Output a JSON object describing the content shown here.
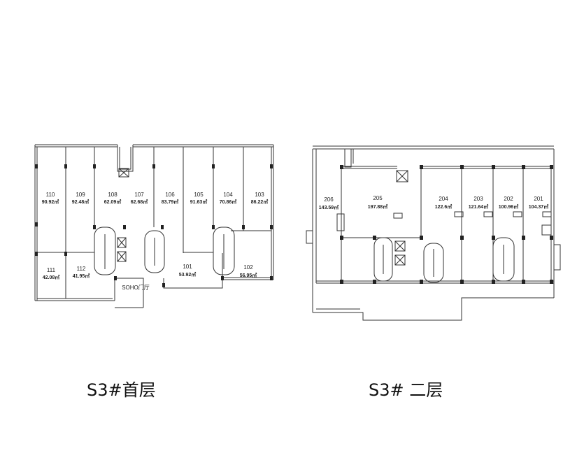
{
  "plans": [
    {
      "caption": "S3#首层",
      "units": [
        {
          "no": "110",
          "area": "90.92㎡"
        },
        {
          "no": "109",
          "area": "92.48㎡"
        },
        {
          "no": "108",
          "area": "62.09㎡"
        },
        {
          "no": "107",
          "area": "62.68㎡"
        },
        {
          "no": "106",
          "area": "83.79㎡"
        },
        {
          "no": "105",
          "area": "91.63㎡"
        },
        {
          "no": "104",
          "area": "70.86㎡"
        },
        {
          "no": "103",
          "area": "86.22㎡"
        },
        {
          "no": "111",
          "area": "42.08㎡"
        },
        {
          "no": "112",
          "area": "41.95㎡"
        },
        {
          "no": "101",
          "area": "53.92㎡"
        },
        {
          "no": "102",
          "area": "56.95㎡"
        }
      ],
      "lobby_label": "SOHO门厅"
    },
    {
      "caption": "S3# 二层",
      "units": [
        {
          "no": "206",
          "area": "143.59㎡"
        },
        {
          "no": "205",
          "area": "197.88㎡"
        },
        {
          "no": "204",
          "area": "122.6㎡"
        },
        {
          "no": "203",
          "area": "121.64㎡"
        },
        {
          "no": "202",
          "area": "100.96㎡"
        },
        {
          "no": "201",
          "area": "104.37㎡"
        }
      ]
    }
  ]
}
